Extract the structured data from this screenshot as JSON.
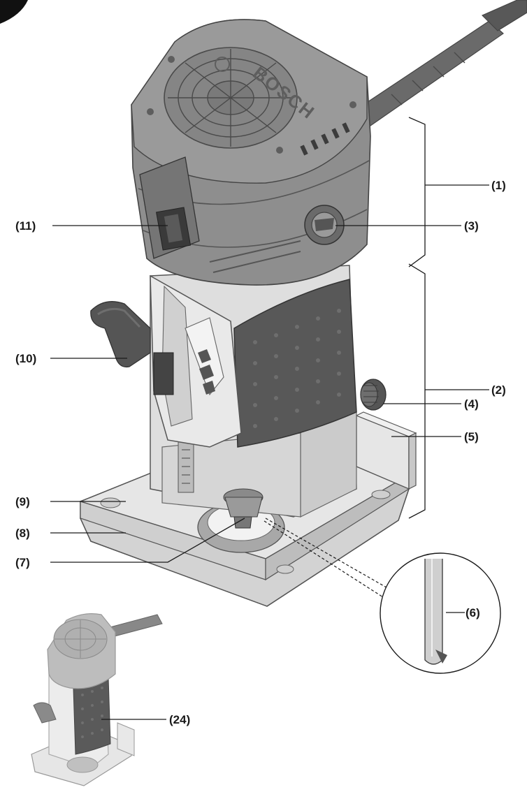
{
  "brand": "BOSCH",
  "callouts": [
    {
      "id": "c1",
      "text": "(1)"
    },
    {
      "id": "c2",
      "text": "(2)"
    },
    {
      "id": "c3",
      "text": "(3)"
    },
    {
      "id": "c4",
      "text": "(4)"
    },
    {
      "id": "c5",
      "text": "(5)"
    },
    {
      "id": "c6",
      "text": "(6)"
    },
    {
      "id": "c7",
      "text": "(7)"
    },
    {
      "id": "c8",
      "text": "(8)"
    },
    {
      "id": "c9",
      "text": "(9)"
    },
    {
      "id": "c10",
      "text": "(10)"
    },
    {
      "id": "c11",
      "text": "(11)"
    },
    {
      "id": "c24",
      "text": "(24)"
    }
  ],
  "colors": {
    "motor_housing": "#8e8e8e",
    "grip": "#585858",
    "base": "#d9d9d9",
    "cord": "#6a6a6a",
    "line": "#1a1a1a"
  }
}
